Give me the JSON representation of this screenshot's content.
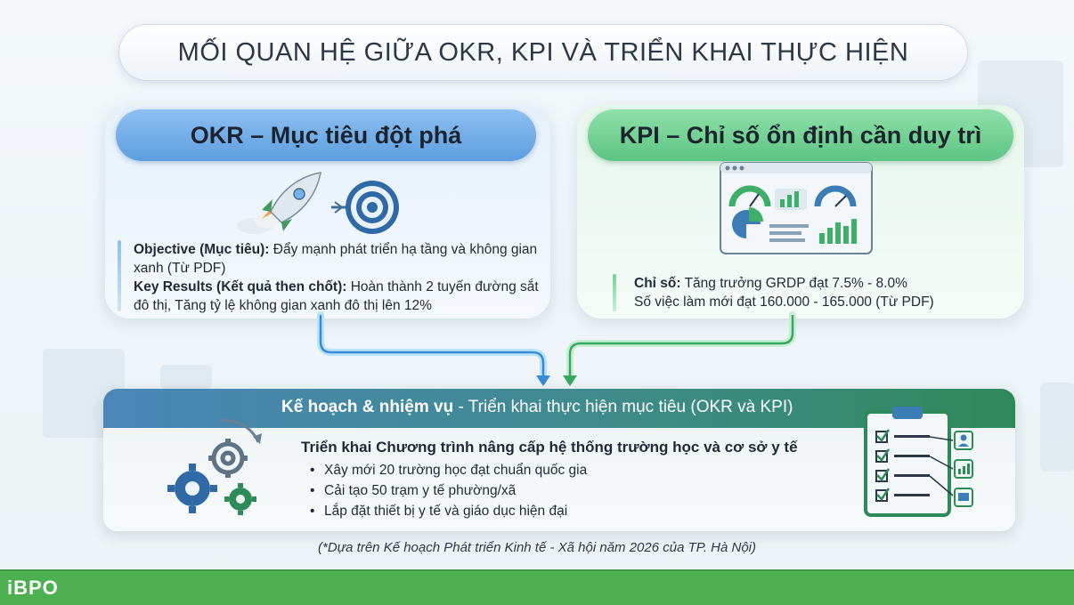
{
  "title": "MỐI QUAN HỆ GIỮA OKR, KPI VÀ TRIỂN KHAI THỰC HIỆN",
  "okr": {
    "heading": "OKR – Mục tiêu đột phá",
    "objective_label": "Objective (Mục tiêu):",
    "objective_text": "Đẩy mạnh phát triển hạ tầng và không gian xanh (Từ PDF)",
    "kr_label": "Key Results (Kết quả then chốt):",
    "kr_text": "Hoàn thành 2 tuyến đường sắt đô thị, Tăng tỷ lệ không gian xanh đô thị lên 12%"
  },
  "kpi": {
    "heading": "KPI – Chỉ số ổn định cần duy trì",
    "index_label": "Chỉ số:",
    "index_text": "Tăng trưởng GRDP đạt 7.5% - 8.0%",
    "line2": "Số việc làm mới đạt 160.000 - 165.000 (Từ PDF)"
  },
  "plan": {
    "title_bold": "Kế hoạch & nhiệm vụ",
    "title_rest": " - Triển khai thực hiện mục tiêu (OKR và KPI)",
    "subtitle": "Triển khai Chương trình nâng cấp hệ thống trường học và cơ sở y tế",
    "items": [
      "Xây mới 20 trường học đạt chuẩn quốc gia",
      "Cải tạo 50 trạm y tế phường/xã",
      "Lắp đặt thiết bị y tế và giáo dục hiện đại"
    ]
  },
  "footnote": "(*Dựa trên Kế hoạch Phát triển Kinh tế - Xã hội năm 2026 của TP. Hà Nội)",
  "logo": "iBPO",
  "colors": {
    "okr_accent": "#5d9ee0",
    "kpi_accent": "#5cc482",
    "plan_head_start": "#4a86b8",
    "plan_head_end": "#2f8a5a",
    "footer": "#4caf50"
  }
}
